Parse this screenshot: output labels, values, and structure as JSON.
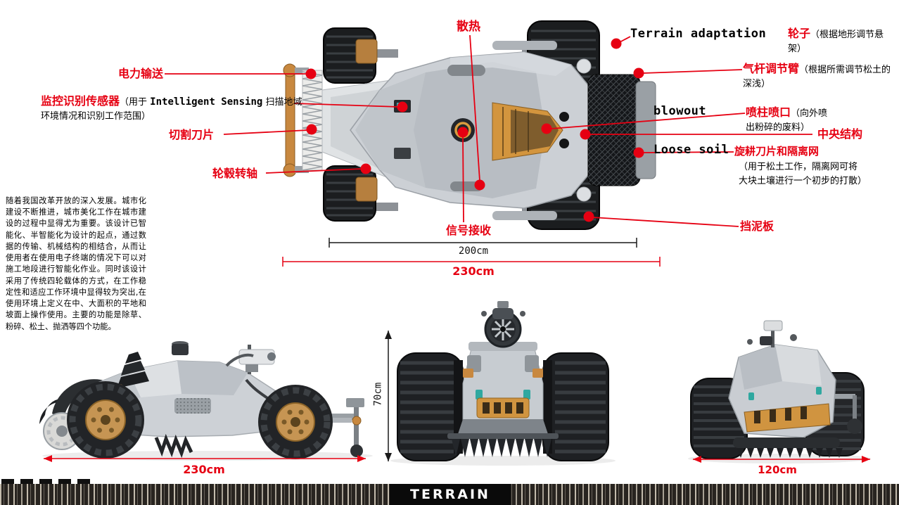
{
  "colors": {
    "accent_red": "#e60012",
    "label_black": "#000000",
    "orange": "#d09440",
    "teal": "#2fa8a0"
  },
  "ann": {
    "power": {
      "label": "电力输送"
    },
    "sensor": {
      "label": "监控识别传感器",
      "note_pre": "（用于 ",
      "note_en": "Intelligent Sensing",
      "note_post": " 扫描地域环境情况和识别工作范围）"
    },
    "blade": {
      "label": "切割刀片"
    },
    "hub": {
      "label": "轮毂转轴"
    },
    "heat": {
      "label": "散热"
    },
    "signal": {
      "label": "信号接收"
    },
    "terrain": {
      "label": "Terrain adaptation"
    },
    "wheel": {
      "label": "轮子",
      "note": "（根据地形调节悬架）"
    },
    "gas_arm": {
      "label": "气杆调节臂",
      "note": "（根据所需调节松土的深浅）"
    },
    "blowout": {
      "label": "blowout"
    },
    "nozzle": {
      "label": "喷柱喷口",
      "note": "（向外喷出粉碎的废料）"
    },
    "central": {
      "label": "中央结构"
    },
    "loose": {
      "label": "Loose soil"
    },
    "rotary": {
      "label": "旋耕刀片和隔离网",
      "note": "（用于松土工作，隔离网可将大块土壤进行一个初步的打散）"
    },
    "mudguard": {
      "label": "挡泥板"
    }
  },
  "dims": {
    "top_inner": "200cm",
    "top_outer": "230cm",
    "side_length": "230cm",
    "front_height": "70cm",
    "rear_width": "120cm"
  },
  "description": "随着我国改革开放的深入发展。城市化建设不断推进，城市美化工作在城市建设的过程中显得尤为重要。该设计已智能化、半智能化为设计的起点，通过数据的传输、机械结构的相结合，从而让使用者在使用电子终端的情况下可以对施工地段进行智能化作业。同时该设计采用了传统四轮载体的方式，在工作稳定性和适应工作环境中显得较为突出,在使用环境上定义在中、大面积的平地和坡面上操作使用。主要的功能是除草、粉碎、松土、抛洒等四个功能。",
  "footer": {
    "title": "TERRAIN"
  }
}
